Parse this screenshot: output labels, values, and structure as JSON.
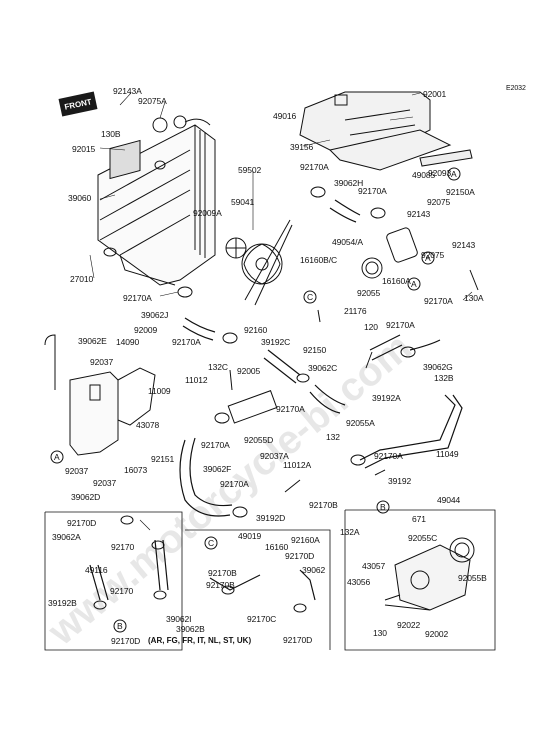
{
  "diagram_code": "E2032",
  "front_marker": "FRONT",
  "watermark": "www.motorcycle-bi.com",
  "kit_note": "(AR, FG, FR, IT, NL, ST, UK)",
  "callouts": [
    "A",
    "B",
    "C"
  ],
  "parts": [
    {
      "id": "p1",
      "text": "92143A"
    },
    {
      "id": "p2",
      "text": "92075A"
    },
    {
      "id": "p3",
      "text": "130B"
    },
    {
      "id": "p4",
      "text": "92015"
    },
    {
      "id": "p5",
      "text": "39060"
    },
    {
      "id": "p6",
      "text": "27010"
    },
    {
      "id": "p7",
      "text": "92170A"
    },
    {
      "id": "p8",
      "text": "59502"
    },
    {
      "id": "p9",
      "text": "92009A"
    },
    {
      "id": "p10",
      "text": "59041"
    },
    {
      "id": "p11",
      "text": "49016"
    },
    {
      "id": "p12",
      "text": "92001"
    },
    {
      "id": "p13",
      "text": "39156"
    },
    {
      "id": "p14",
      "text": "92170A"
    },
    {
      "id": "p15",
      "text": "39062H"
    },
    {
      "id": "p16",
      "text": "49085"
    },
    {
      "id": "p17",
      "text": "92093"
    },
    {
      "id": "p18",
      "text": "92170A"
    },
    {
      "id": "p19",
      "text": "92150A"
    },
    {
      "id": "p20",
      "text": "92075"
    },
    {
      "id": "p21",
      "text": "92143"
    },
    {
      "id": "p22",
      "text": "92143"
    },
    {
      "id": "p23",
      "text": "49054/A"
    },
    {
      "id": "p24",
      "text": "92075"
    },
    {
      "id": "p25",
      "text": "16160B/C"
    },
    {
      "id": "p26",
      "text": "92055"
    },
    {
      "id": "p27",
      "text": "16160A"
    },
    {
      "id": "p28",
      "text": "130A"
    },
    {
      "id": "p29",
      "text": "21176"
    },
    {
      "id": "p30",
      "text": "92170A"
    },
    {
      "id": "p31",
      "text": "39062J"
    },
    {
      "id": "p32",
      "text": "92009"
    },
    {
      "id": "p33",
      "text": "92160"
    },
    {
      "id": "p34",
      "text": "120"
    },
    {
      "id": "p35",
      "text": "92170A"
    },
    {
      "id": "p36",
      "text": "39062E"
    },
    {
      "id": "p37",
      "text": "14090"
    },
    {
      "id": "p38",
      "text": "92170A"
    },
    {
      "id": "p39",
      "text": "39192C"
    },
    {
      "id": "p40",
      "text": "92150"
    },
    {
      "id": "p41",
      "text": "92037"
    },
    {
      "id": "p42",
      "text": "132C"
    },
    {
      "id": "p43",
      "text": "11012"
    },
    {
      "id": "p44",
      "text": "92005"
    },
    {
      "id": "p45",
      "text": "39062C"
    },
    {
      "id": "p46",
      "text": "39062G"
    },
    {
      "id": "p47",
      "text": "132B"
    },
    {
      "id": "p48",
      "text": "11009"
    },
    {
      "id": "p49",
      "text": "92170A"
    },
    {
      "id": "p50",
      "text": "39192A"
    },
    {
      "id": "p51",
      "text": "43078"
    },
    {
      "id": "p52",
      "text": "92170A"
    },
    {
      "id": "p53",
      "text": "92055A"
    },
    {
      "id": "p54",
      "text": "92055D"
    },
    {
      "id": "p55",
      "text": "16073"
    },
    {
      "id": "p56",
      "text": "92151"
    },
    {
      "id": "p57",
      "text": "39062F"
    },
    {
      "id": "p58",
      "text": "92037A"
    },
    {
      "id": "p59",
      "text": "132"
    },
    {
      "id": "p60",
      "text": "92170A"
    },
    {
      "id": "p61",
      "text": "11049"
    },
    {
      "id": "p62",
      "text": "92037"
    },
    {
      "id": "p63",
      "text": "92037"
    },
    {
      "id": "p64",
      "text": "11012A"
    },
    {
      "id": "p65",
      "text": "39192"
    },
    {
      "id": "p66",
      "text": "39062D"
    },
    {
      "id": "p67",
      "text": "92170A"
    },
    {
      "id": "p68",
      "text": "92170B"
    },
    {
      "id": "p69",
      "text": "49044"
    },
    {
      "id": "p70",
      "text": "39192D"
    },
    {
      "id": "p71",
      "text": "671"
    },
    {
      "id": "p72",
      "text": "92170D"
    },
    {
      "id": "p73",
      "text": "49019"
    },
    {
      "id": "p74",
      "text": "92160A"
    },
    {
      "id": "p75",
      "text": "132A"
    },
    {
      "id": "p76",
      "text": "39062A"
    },
    {
      "id": "p77",
      "text": "92170"
    },
    {
      "id": "p78",
      "text": "16160"
    },
    {
      "id": "p79",
      "text": "92170D"
    },
    {
      "id": "p80",
      "text": "92055C"
    },
    {
      "id": "p81",
      "text": "49116"
    },
    {
      "id": "p82",
      "text": "92170B"
    },
    {
      "id": "p83",
      "text": "39062"
    },
    {
      "id": "p84",
      "text": "43057"
    },
    {
      "id": "p85",
      "text": "92170"
    },
    {
      "id": "p86",
      "text": "92170B"
    },
    {
      "id": "p87",
      "text": "43056"
    },
    {
      "id": "p88",
      "text": "92055B"
    },
    {
      "id": "p89",
      "text": "39192B"
    },
    {
      "id": "p90",
      "text": "39062I"
    },
    {
      "id": "p91",
      "text": "39062B"
    },
    {
      "id": "p92",
      "text": "92170C"
    },
    {
      "id": "p93",
      "text": "92170D"
    },
    {
      "id": "p94",
      "text": "130"
    },
    {
      "id": "p95",
      "text": "92022"
    },
    {
      "id": "p96",
      "text": "92002"
    },
    {
      "id": "p97",
      "text": "92170D"
    }
  ]
}
